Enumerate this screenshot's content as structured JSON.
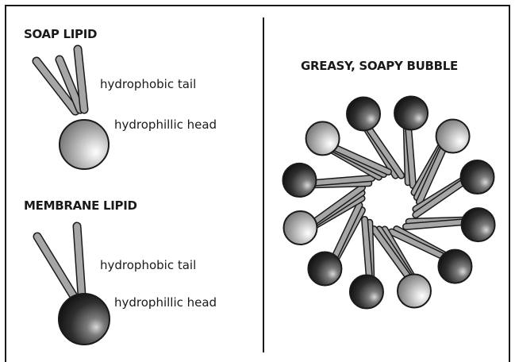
{
  "soap_lipid": {
    "title": "SOAP LIPID",
    "tail_label": "hydrophobic tail",
    "head_label": "hydrophillic head",
    "tail_count": 3
  },
  "membrane_lipid": {
    "title": "MEMBRANE LIPID",
    "tail_label": "hydrophobic tail",
    "head_label": "hydrophillic head",
    "tail_count": 2
  },
  "bubble": {
    "title": "GREASY, SOAPY  BUBBLE",
    "molecules": [
      {
        "kind": "membrane"
      },
      {
        "kind": "membrane"
      },
      {
        "kind": "soap"
      },
      {
        "kind": "membrane"
      },
      {
        "kind": "membrane"
      },
      {
        "kind": "membrane"
      },
      {
        "kind": "soap"
      },
      {
        "kind": "membrane"
      },
      {
        "kind": "membrane"
      },
      {
        "kind": "soap"
      },
      {
        "kind": "membrane"
      },
      {
        "kind": "soap"
      }
    ]
  },
  "colors": {
    "outline": "#1a1a1a",
    "soap_head": "#9a9a9a",
    "membrane_head": "#2a2a2a",
    "tail_fill": "#a6a6a6"
  }
}
